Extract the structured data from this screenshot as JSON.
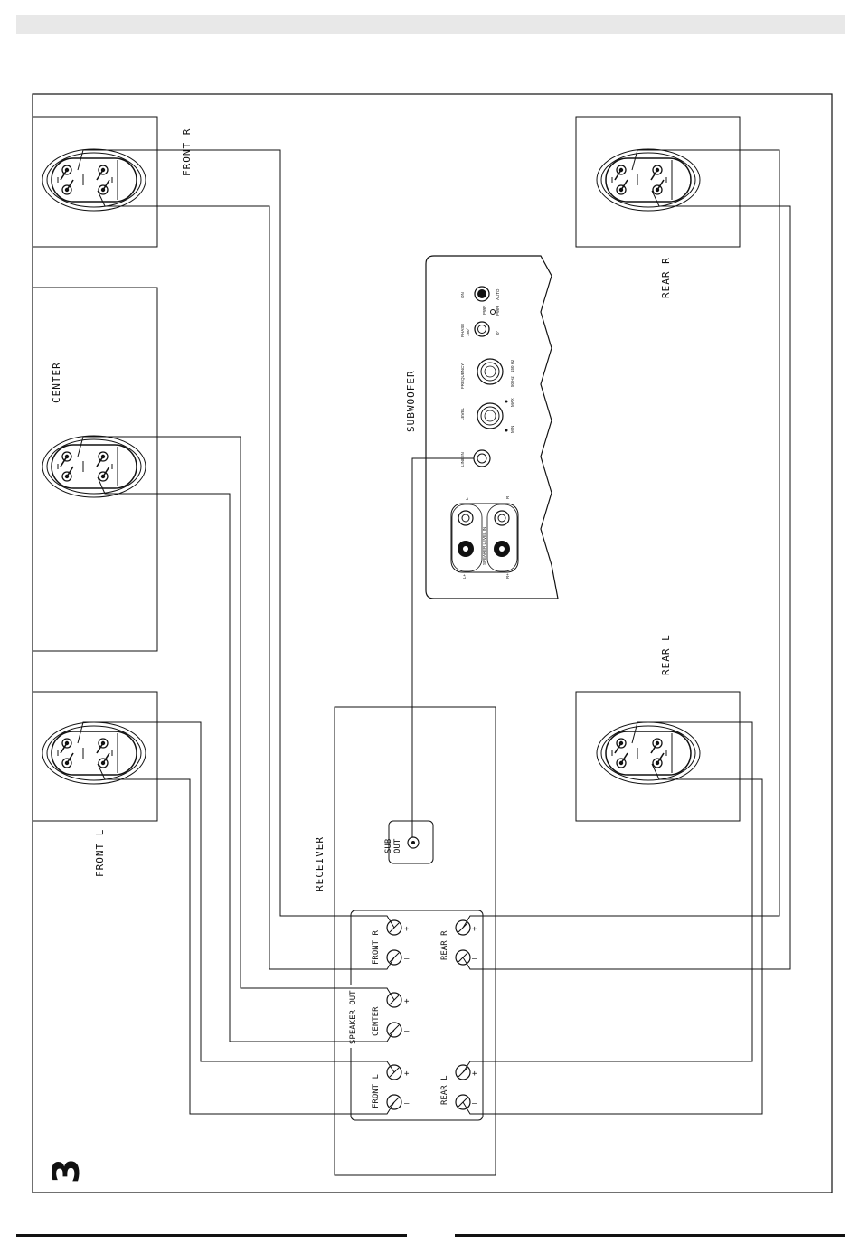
{
  "figure_number": "3",
  "speakers": {
    "front_r": "FRONT R",
    "center": "CENTER",
    "front_l": "FRONT L",
    "rear_r": "REAR R",
    "rear_l": "REAR L"
  },
  "terminal_marks": {
    "plus": "+",
    "minus": "–",
    "bi": "BI",
    "amp": "AMP"
  },
  "subwoofer": {
    "title": "SUBWOOFER",
    "on": "ON",
    "pwr": "PWR",
    "auto": "AUTO",
    "pwr_on": "PWR",
    "phase": "PHASE",
    "phase_180": "180°",
    "phase_0": "0°",
    "frequency": "FREQUENCY",
    "freq_50": "50 Hz",
    "freq_150": "150 Hz",
    "level": "LEVEL",
    "level_min": "MIN",
    "level_max": "MAX",
    "line_in": "LINE IN",
    "speaker_level_in": "SPEAKER LEVEL IN",
    "l": "L",
    "r": "R",
    "l_plus": "L+",
    "r_plus": "R+"
  },
  "receiver": {
    "title": "RECEIVER",
    "sub_out": "SUB",
    "sub_out_2": "OUT",
    "speaker_out": "SPEAKER OUT",
    "front_r": "FRONT R",
    "center": "CENTER",
    "front_l": "FRONT L",
    "rear_r": "REAR R",
    "rear_l": "REAR L",
    "plus": "+",
    "minus": "–"
  }
}
